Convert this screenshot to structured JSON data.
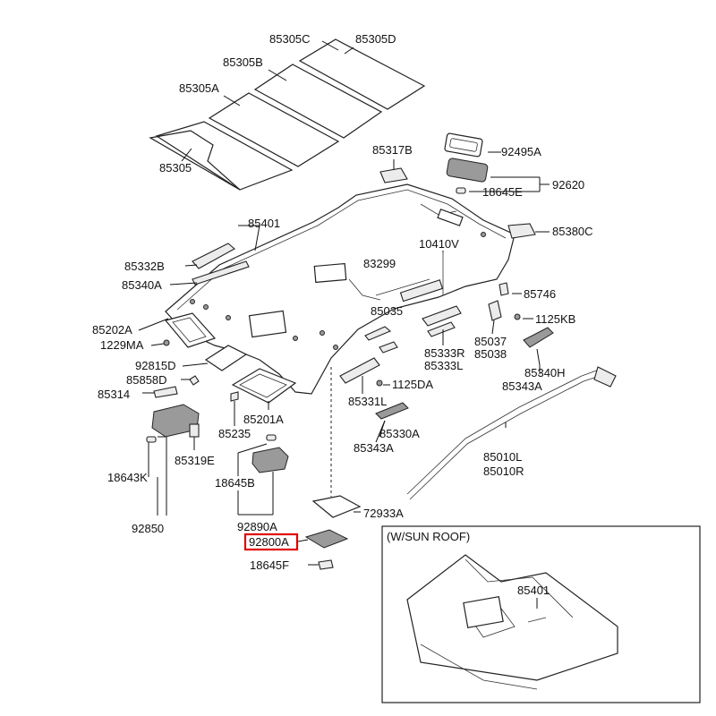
{
  "highlight": {
    "part": "92800A",
    "color": "#e00000"
  },
  "inset": {
    "title": "(W/SUN ROOF)",
    "part": "85401"
  },
  "labels": {
    "p85305C": "85305C",
    "p85305D": "85305D",
    "p85305B": "85305B",
    "p85305A": "85305A",
    "p85305": "85305",
    "p85317B": "85317B",
    "p92495A": "92495A",
    "p92620": "92620",
    "p18645E": "18645E",
    "p85401": "85401",
    "p85380C": "85380C",
    "p10410V": "10410V",
    "p85332B": "85332B",
    "p83299": "83299",
    "p85340A": "85340A",
    "p85746": "85746",
    "p85202A": "85202A",
    "p85035": "85035",
    "p1125KB": "1125KB",
    "p1229MA": "1229MA",
    "p85037": "85037",
    "p85333R": "85333R",
    "p85333L": "85333L",
    "p85038": "85038",
    "p92815D": "92815D",
    "p85340H": "85340H",
    "p85858D": "85858D",
    "p1125DA": "1125DA",
    "p85343A_right": "85343A",
    "p85314": "85314",
    "p85331L": "85331L",
    "p85201A": "85201A",
    "p85235": "85235",
    "p85330A": "85330A",
    "p85343A_mid": "85343A",
    "p85319E": "85319E",
    "p85010L": "85010L",
    "p85010R": "85010R",
    "p18643K": "18643K",
    "p18645B": "18645B",
    "p92850": "92850",
    "p92890A": "92890A",
    "p72933A": "72933A",
    "p92800A": "92800A",
    "p18645F": "18645F"
  }
}
